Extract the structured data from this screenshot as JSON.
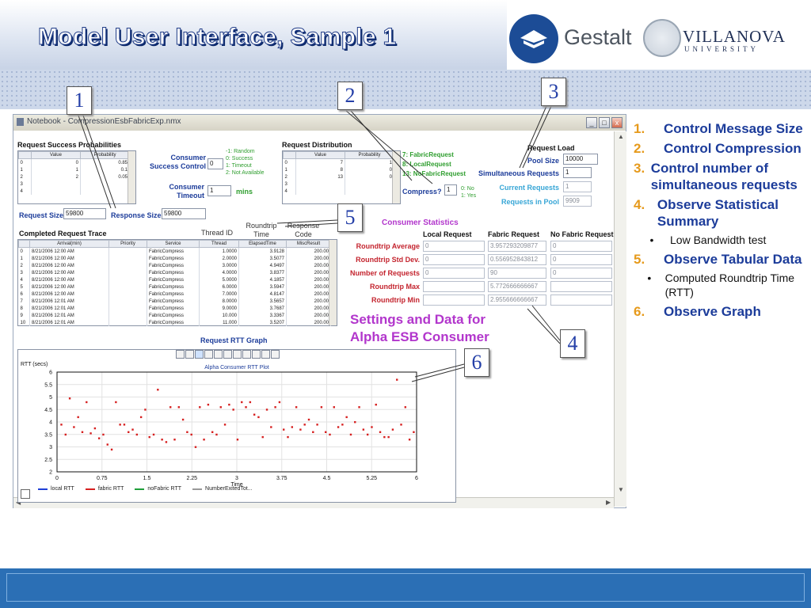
{
  "slide": {
    "title": "Model User Interface, Sample 1",
    "logo_gestalt": "Gestalt",
    "logo_villanova": "VILLANOVA",
    "logo_villanova_sub": "UNIVERSITY"
  },
  "callouts": [
    "1",
    "2",
    "3",
    "4",
    "5",
    "6"
  ],
  "window": {
    "title": "Notebook - CompressionEsbFabricExp.nmx",
    "min": "_",
    "max": "□",
    "close": "x"
  },
  "req_success": {
    "title": "Request Success Probabilities",
    "columns": [
      "Value",
      "Probability"
    ],
    "rows": [
      [
        "0",
        "0",
        "0.85"
      ],
      [
        "1",
        "1",
        "0.1"
      ],
      [
        "2",
        "2",
        "0.05"
      ],
      [
        "3",
        "",
        ""
      ],
      [
        "4",
        "",
        ""
      ]
    ]
  },
  "consumer_ctrl": {
    "label": "Consumer Success Control",
    "label1": "Consumer",
    "label2": "Success Control",
    "value": "0",
    "options": [
      "-1: Random",
      "0: Success",
      "1: Timeout",
      "2: Not Available"
    ],
    "timeout_label1": "Consumer",
    "timeout_label2": "Timeout",
    "timeout_value": "1",
    "timeout_unit": "mins"
  },
  "req_dist": {
    "title": "Request Distribution",
    "columns": [
      "Value",
      "Probability"
    ],
    "rows": [
      [
        "0",
        "7",
        "1"
      ],
      [
        "1",
        "8",
        "0"
      ],
      [
        "2",
        "13",
        "0"
      ],
      [
        "3",
        "",
        ""
      ],
      [
        "4",
        "",
        ""
      ]
    ],
    "legend": [
      "7: FabricRequest",
      "8: LocalRequest",
      "13: NoFabricRequest"
    ]
  },
  "compress": {
    "label": "Compress?",
    "value": "1",
    "options": [
      "0: No",
      "1: Yes"
    ]
  },
  "request_load": {
    "title": "Request Load",
    "pool_size_label": "Pool Size",
    "pool_size": "10000",
    "simultaneous_label": "Simultaneous Requests",
    "simultaneous": "1",
    "current_label": "Current Requests",
    "current": "1",
    "in_pool_label": "Requests in Pool",
    "in_pool": "9909"
  },
  "sizes": {
    "request_label": "Request Size",
    "request": "59800",
    "response_label": "Response Size",
    "response": "59800"
  },
  "trace": {
    "title": "Completed Request Trace",
    "thread_id": "Thread ID",
    "roundtrip_label1": "Roundtrip",
    "roundtrip_label2": "Time",
    "response_code1": "Response",
    "response_code2": "Code",
    "columns": [
      "Arrival(min)",
      "Priority",
      "Service",
      "Thread",
      "ElapsedTime",
      "MiscResult"
    ],
    "rows": [
      [
        "0",
        "8/21/2006 12:00 AM",
        "",
        "FabricCompress",
        "1.0000",
        "3.9128",
        "200.00"
      ],
      [
        "1",
        "8/21/2006 12:00 AM",
        "",
        "FabricCompress",
        "2.0000",
        "3.5077",
        "200.00"
      ],
      [
        "2",
        "8/21/2006 12:00 AM",
        "",
        "FabricCompress",
        "3.0000",
        "4.9497",
        "200.00"
      ],
      [
        "3",
        "8/21/2006 12:00 AM",
        "",
        "FabricCompress",
        "4.0000",
        "3.8377",
        "200.00"
      ],
      [
        "4",
        "8/21/2006 12:00 AM",
        "",
        "FabricCompress",
        "5.0000",
        "4.1857",
        "200.00"
      ],
      [
        "5",
        "8/21/2006 12:00 AM",
        "",
        "FabricCompress",
        "6.0000",
        "3.5947",
        "200.00"
      ],
      [
        "6",
        "8/21/2006 12:00 AM",
        "",
        "FabricCompress",
        "7.0000",
        "4.8147",
        "200.00"
      ],
      [
        "7",
        "8/21/2006 12:01 AM",
        "",
        "FabricCompress",
        "8.0000",
        "3.5657",
        "200.00"
      ],
      [
        "8",
        "8/21/2006 12:01 AM",
        "",
        "FabricCompress",
        "9.0000",
        "3.7687",
        "200.00"
      ],
      [
        "9",
        "8/21/2006 12:01 AM",
        "",
        "FabricCompress",
        "10.000",
        "3.3367",
        "200.00"
      ],
      [
        "10",
        "8/21/2006 12:01 AM",
        "",
        "FabricCompress",
        "11.000",
        "3.5207",
        "200.00"
      ]
    ]
  },
  "stats": {
    "title": "Consumer Statistics",
    "columns": [
      "Local Request",
      "Fabric Request",
      "No Fabric Request"
    ],
    "rows": [
      {
        "label": "Roundtrip Average",
        "values": [
          "0",
          "3.957293209877",
          "0"
        ]
      },
      {
        "label": "Roundtrip Std Dev.",
        "values": [
          "0",
          "0.556952843812",
          "0"
        ]
      },
      {
        "label": "Number of Requests",
        "values": [
          "0",
          "90",
          "0"
        ]
      },
      {
        "label": "Roundtrip Max",
        "values": [
          "",
          "5.772666666667",
          ""
        ]
      },
      {
        "label": "Roundtrip Min",
        "values": [
          "",
          "2.955666666667",
          ""
        ]
      }
    ]
  },
  "settings": {
    "line1": "Settings and Data for",
    "line2": "Alpha ESB Consumer"
  },
  "graph": {
    "title": "Request RTT Graph",
    "toolbar_icons": [
      "zoom-icon",
      "select-icon",
      "chart-icon",
      "grid-icon",
      "pin-icon",
      "axes-icon",
      "box-icon",
      "scale-icon",
      "pan-icon",
      "pencil-icon",
      "eraser-icon"
    ],
    "legend": [
      "local RTT",
      "fabric RTT",
      "noFabric RTT",
      "NumberExitedTot..."
    ],
    "legend_colors": [
      "#1f3fd6",
      "#d62020",
      "#1f9e3a",
      "#999999"
    ]
  },
  "chart_data": {
    "type": "scatter",
    "title": "Alpha Consumer RTT Plot",
    "xlabel": "Time",
    "ylabel": "RTT (secs)",
    "xlim": [
      0,
      6
    ],
    "ylim": [
      2,
      6
    ],
    "xticks": [
      "0",
      "0.75",
      "1.5",
      "2.25",
      "3",
      "3.75",
      "4.5",
      "5.25",
      "6"
    ],
    "yticks": [
      "2",
      "2.5",
      "3",
      "3.5",
      "4",
      "4.5",
      "5",
      "5.5",
      "6"
    ],
    "grid": true,
    "series": [
      {
        "name": "fabric RTT",
        "color": "#d62020",
        "x": [
          0.07,
          0.14,
          0.21,
          0.28,
          0.35,
          0.42,
          0.49,
          0.56,
          0.63,
          0.7,
          0.77,
          0.84,
          0.91,
          0.98,
          1.05,
          1.12,
          1.19,
          1.26,
          1.33,
          1.4,
          1.47,
          1.54,
          1.61,
          1.68,
          1.75,
          1.82,
          1.89,
          1.96,
          2.03,
          2.1,
          2.17,
          2.24,
          2.31,
          2.38,
          2.45,
          2.52,
          2.59,
          2.66,
          2.73,
          2.8,
          2.87,
          2.94,
          3.01,
          3.08,
          3.15,
          3.22,
          3.29,
          3.36,
          3.43,
          3.5,
          3.57,
          3.64,
          3.71,
          3.78,
          3.85,
          3.92,
          3.99,
          4.06,
          4.13,
          4.2,
          4.27,
          4.34,
          4.41,
          4.48,
          4.55,
          4.62,
          4.69,
          4.76,
          4.83,
          4.9,
          4.97,
          5.04,
          5.11,
          5.18,
          5.25,
          5.32,
          5.39,
          5.46,
          5.53,
          5.6,
          5.67,
          5.74,
          5.81,
          5.88,
          5.95
        ],
        "y": [
          3.9,
          3.5,
          4.95,
          3.8,
          4.2,
          3.6,
          4.8,
          3.55,
          3.75,
          3.35,
          3.5,
          3.1,
          2.9,
          4.8,
          3.9,
          3.9,
          3.6,
          3.7,
          3.5,
          4.2,
          4.5,
          3.4,
          3.5,
          5.3,
          3.3,
          3.2,
          4.6,
          3.3,
          4.6,
          4.1,
          3.6,
          3.5,
          3.0,
          4.6,
          3.3,
          4.7,
          3.6,
          3.5,
          4.6,
          3.9,
          4.7,
          4.5,
          3.3,
          4.8,
          4.6,
          4.8,
          4.3,
          4.2,
          3.4,
          4.5,
          3.8,
          4.6,
          4.8,
          3.7,
          3.4,
          3.8,
          4.6,
          3.7,
          3.9,
          4.1,
          3.6,
          3.9,
          4.6,
          3.6,
          3.5,
          4.6,
          3.8,
          3.9,
          4.2,
          3.5,
          4.0,
          4.6,
          3.7,
          3.5,
          3.8,
          4.7,
          3.6,
          3.4,
          3.4,
          3.7,
          5.7,
          3.9,
          4.6,
          3.3,
          3.6
        ]
      }
    ]
  },
  "right_list": [
    {
      "num": "1.",
      "text": "Control Message Size",
      "color": "#e69a1c"
    },
    {
      "num": "2.",
      "text": "Control Compression",
      "color": "#e69a1c"
    },
    {
      "num": "3.",
      "text": "Control number of simultaneous requests",
      "color": "#e69a1c"
    },
    {
      "num": "4.",
      "text": "Observe Statistical Summary",
      "color": "#e69a1c",
      "sub": [
        "Low Bandwidth test"
      ]
    },
    {
      "num": "5.",
      "text": "Observe Tabular Data",
      "color": "#e69a1c",
      "sub": [
        "Computed Roundtrip Time (RTT)"
      ]
    },
    {
      "num": "6.",
      "text": "Observe Graph",
      "color": "#e69a1c"
    }
  ],
  "bullet": "•"
}
